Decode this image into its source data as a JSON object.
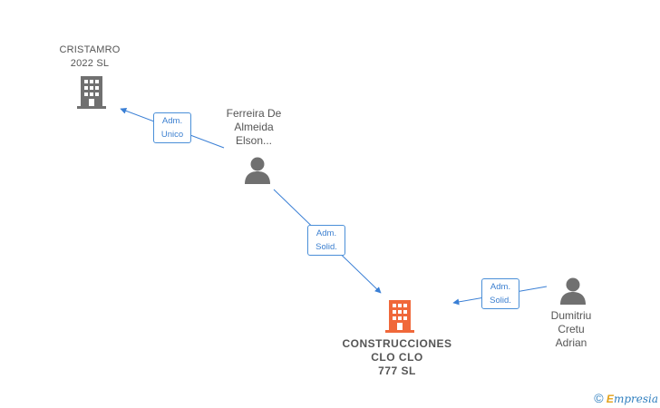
{
  "nodes": {
    "cristamro": {
      "line1": "CRISTAMRO",
      "line2": "2022  SL"
    },
    "ferreira": {
      "line1": "Ferreira De",
      "line2": "Almeida",
      "line3": "Elson..."
    },
    "construcciones": {
      "line1": "CONSTRUCCIONES",
      "line2": "CLO CLO",
      "line3": "777  SL"
    },
    "dumitriu": {
      "line1": "Dumitriu",
      "line2": "Cretu",
      "line3": "Adrian"
    }
  },
  "edges": [
    {
      "from": "Ferreira De Almeida Elson...",
      "to": "CRISTAMRO 2022 SL",
      "label_line1": "Adm.",
      "label_line2": "Unico"
    },
    {
      "from": "Ferreira De Almeida Elson...",
      "to": "CONSTRUCCIONES CLO CLO 777 SL",
      "label_line1": "Adm.",
      "label_line2": "Solid."
    },
    {
      "from": "Dumitriu Cretu Adrian",
      "to": "CONSTRUCCIONES CLO CLO 777 SL",
      "label_line1": "Adm.",
      "label_line2": "Solid."
    }
  ],
  "colors": {
    "edge": "#3a7fd5",
    "company_icon": "#707070",
    "main_company_icon": "#f0683a",
    "person_icon": "#707070",
    "label": "#555555"
  },
  "watermark": {
    "copyright": "©",
    "brand_initial": "E",
    "brand_rest": "mpresia"
  }
}
